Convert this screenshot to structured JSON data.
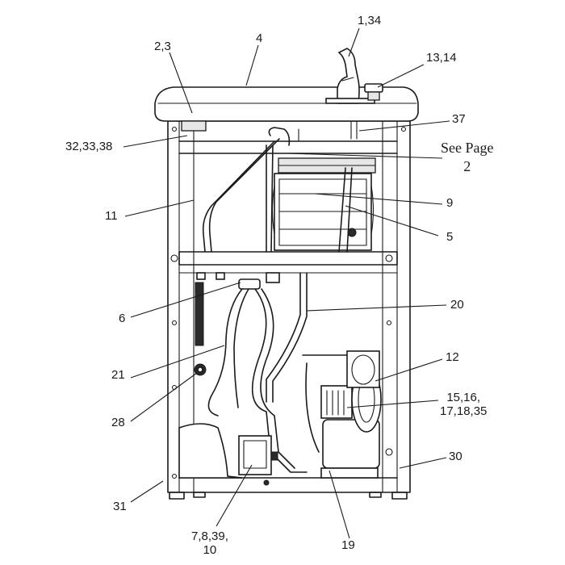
{
  "callouts": [
    {
      "id": "c-1-34",
      "text": "1,34"
    },
    {
      "id": "c-2-3",
      "text": "2,3"
    },
    {
      "id": "c-4",
      "text": "4"
    },
    {
      "id": "c-13-14",
      "text": "13,14"
    },
    {
      "id": "c-37",
      "text": "37"
    },
    {
      "id": "c-32-33-38",
      "text": "32,33,38"
    },
    {
      "id": "c-9",
      "text": "9"
    },
    {
      "id": "c-11",
      "text": "11"
    },
    {
      "id": "c-5",
      "text": "5"
    },
    {
      "id": "c-6",
      "text": "6"
    },
    {
      "id": "c-20",
      "text": "20"
    },
    {
      "id": "c-21",
      "text": "21"
    },
    {
      "id": "c-12",
      "text": "12"
    },
    {
      "id": "c-28",
      "text": "28"
    },
    {
      "id": "c-15-16-17-18-35",
      "text": "15,16,\n17,18,35"
    },
    {
      "id": "c-30",
      "text": "30"
    },
    {
      "id": "c-31",
      "text": "31"
    },
    {
      "id": "c-7-8-39-10",
      "text": "7,8,39,\n10"
    },
    {
      "id": "c-19",
      "text": "19"
    }
  ],
  "note": {
    "text": "See Page\n2"
  }
}
